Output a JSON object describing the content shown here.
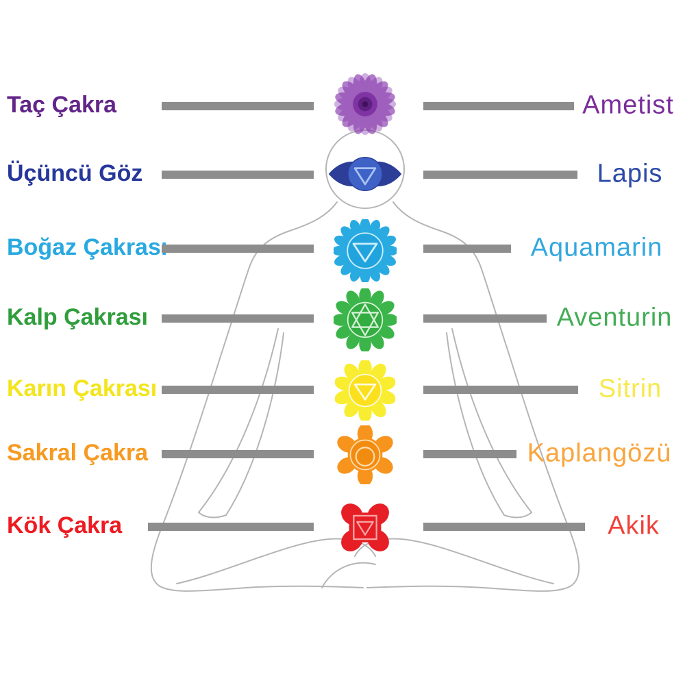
{
  "diagram_title": "Chakra stones correspondence diagram (Turkish)",
  "connector_color": "#8d8d8d",
  "rows": [
    {
      "chakra": "Taç Çakra",
      "stone": "Ametist",
      "color": "#622588",
      "stone_color": "#7b2d9b",
      "icon": "crown-chakra-icon"
    },
    {
      "chakra": "Üçüncü Göz",
      "stone": "Lapis",
      "color": "#26379b",
      "stone_color": "#2c4aa6",
      "icon": "third-eye-chakra-icon"
    },
    {
      "chakra": "Boğaz Çakrası",
      "stone": "Aquamarin",
      "color": "#29a9e0",
      "stone_color": "#34a7e0",
      "icon": "throat-chakra-icon"
    },
    {
      "chakra": "Kalp Çakrası",
      "stone": "Aventurin",
      "color": "#2f9e3c",
      "stone_color": "#44ad56",
      "icon": "heart-chakra-icon"
    },
    {
      "chakra": "Karın Çakrası",
      "stone": "Sitrin",
      "color": "#f3e51c",
      "stone_color": "#f6e94c",
      "icon": "solar-plexus-chakra-icon"
    },
    {
      "chakra": "Sakral Çakra",
      "stone": "Kaplangözü",
      "color": "#f79a22",
      "stone_color": "#f9a53d",
      "icon": "sacral-chakra-icon"
    },
    {
      "chakra": "Kök Çakra",
      "stone": "Akik",
      "color": "#ee1b22",
      "stone_color": "#f2403a",
      "icon": "root-chakra-icon"
    }
  ]
}
